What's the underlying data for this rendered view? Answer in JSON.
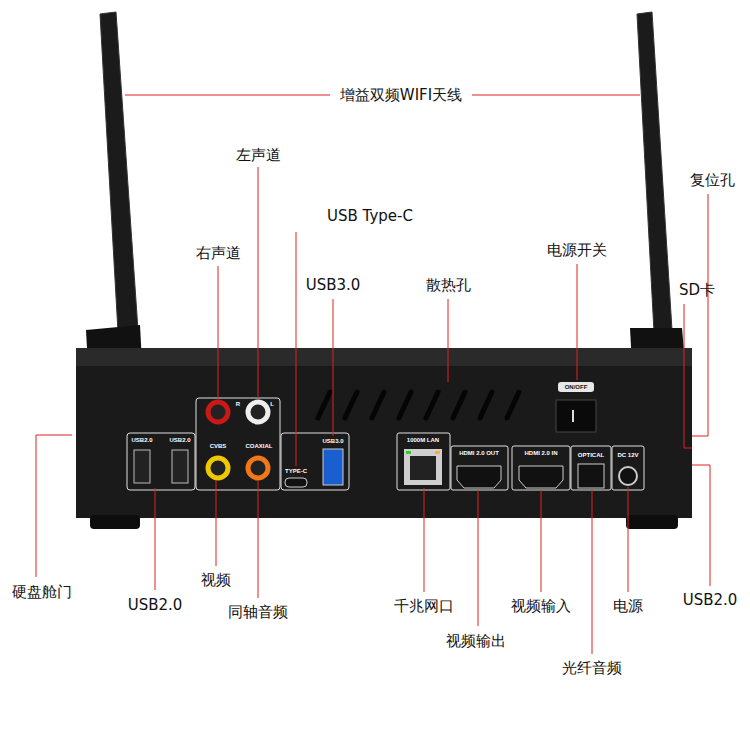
{
  "diagram": {
    "labels": [
      "增益双频WIFI天线",
      "左声道",
      "USB Type-C",
      "右声道",
      "USB3.0",
      "散热孔",
      "电源开关",
      "复位孔",
      "SD卡",
      "硬盘舱门",
      "USB2.0",
      "视频",
      "同轴音频",
      "千兆网口",
      "视频输出",
      "视频输入",
      "光纤音频",
      "电源",
      "USB2.0",
      "USB2.0",
      "USB2.0",
      "R",
      "L",
      "CVBS",
      "COAXIAL",
      "TYPE-C",
      "USB3.0",
      "1000M LAN",
      "HDMI 2.0 OUT",
      "HDMI 2.0 IN",
      "OPTICAL",
      "DC 12V",
      "ON/OFF"
    ]
  }
}
